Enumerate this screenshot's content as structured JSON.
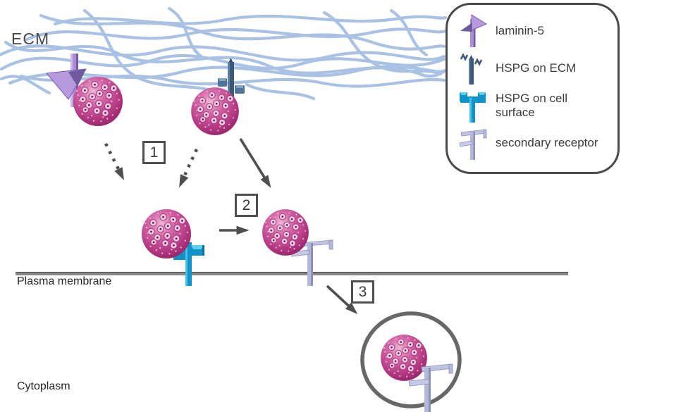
{
  "labels": {
    "ecm": "ECM",
    "plasma_membrane": "Plasma membrane",
    "cytoplasm": "Cytoplasm"
  },
  "steps": {
    "one": "1",
    "two": "2",
    "three": "3"
  },
  "legend": {
    "items": [
      {
        "icon": "laminin-5-icon",
        "label": "laminin-5"
      },
      {
        "icon": "hspg-ecm-icon",
        "label": "HSPG on ECM"
      },
      {
        "icon": "hspg-cell-surface-icon",
        "label": "HSPG on cell surface"
      },
      {
        "icon": "secondary-receptor-icon",
        "label": "secondary receptor"
      }
    ]
  },
  "colors": {
    "ecm_fiber": "#a9c2e4",
    "virus_dark": "#8e2063",
    "virus_mid": "#d262a4",
    "virus_light": "#f1c9e3",
    "laminin": "#b79ade",
    "hspg_ecm": "#3c5a78",
    "hspg_cell_surface": "#0f93c9",
    "secondary_receptor": "#b4b6da",
    "membrane": "#8a8a8a",
    "arrow": "#4f4f4f"
  }
}
